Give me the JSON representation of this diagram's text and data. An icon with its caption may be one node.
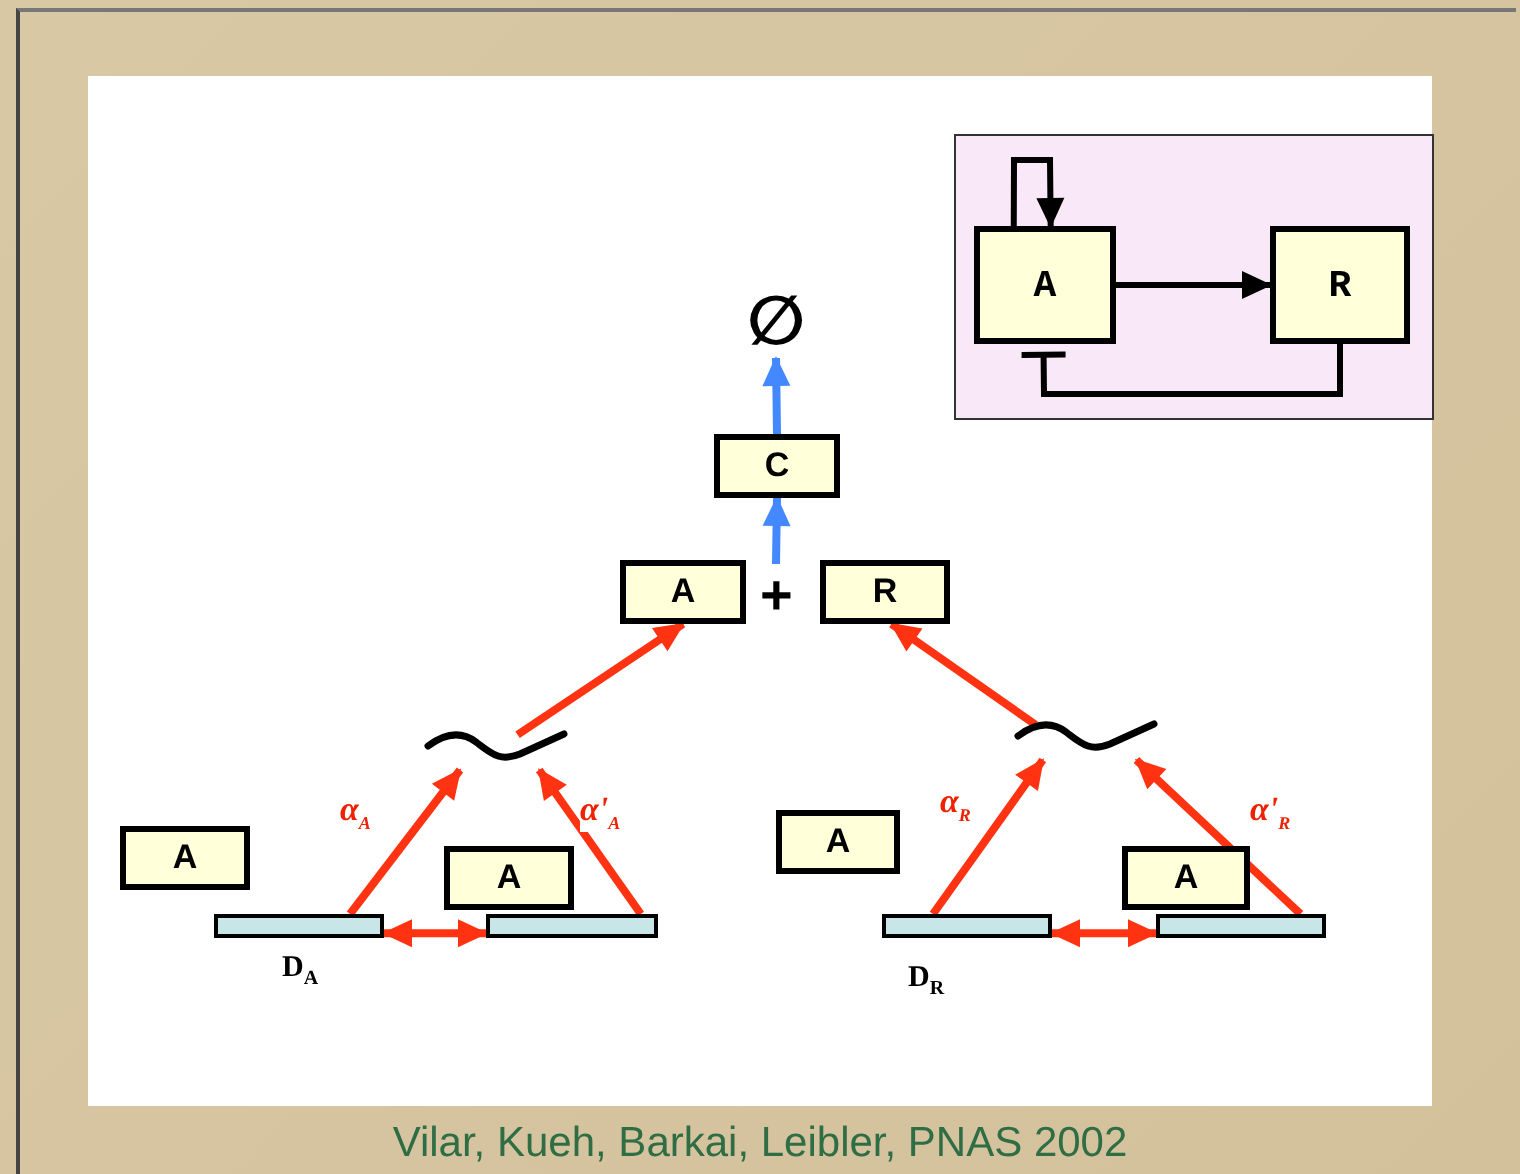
{
  "diagram": {
    "caption": "Vilar, Kueh, Barkai, Leibler, PNAS 2002",
    "nodes": [
      {
        "text": [],
        "shape": "box"
      },
      {
        "text": [
          "A"
        ],
        "in": 0
      },
      {
        "text": [
          "R"
        ],
        "in": 0
      },
      {
        "text": [
          "∅"
        ]
      },
      {
        "text": [
          "C"
        ]
      },
      {
        "text": [
          "A"
        ]
      },
      {
        "text": [
          "R"
        ]
      },
      {
        "text": [],
        "shape": "curve"
      },
      {
        "text": [],
        "shape": "curve"
      },
      {
        "text": [
          "A"
        ]
      },
      {
        "text": [],
        "shape": "bar"
      },
      {
        "text": [
          "A"
        ]
      },
      {
        "text": [],
        "shape": "bar"
      },
      {
        "text": [
          "A"
        ]
      },
      {
        "text": [],
        "shape": "bar"
      },
      {
        "text": [
          "A"
        ]
      },
      {
        "text": [],
        "shape": "bar"
      }
    ],
    "edges": [
      {
        "from": 1,
        "to": 1,
        "arrow": "to",
        "color": "#000000"
      },
      {
        "from": 1,
        "to": 2,
        "arrow": "to",
        "color": "#000000"
      },
      {
        "from": 2,
        "to": 1,
        "arrow": "other",
        "color": "#000000"
      },
      {
        "from": 4,
        "to": 3,
        "arrow": "to",
        "color": "#4488ff"
      },
      {
        "from": null,
        "to": 4,
        "arrow": "to",
        "color": "#4488ff"
      },
      {
        "from": 7,
        "to": 5,
        "arrow": "to"
      },
      {
        "from": 8,
        "to": 6,
        "arrow": "to"
      },
      {
        "from": 10,
        "to": 7,
        "arrow": "to",
        "label": "α$_{A}$"
      },
      {
        "from": 12,
        "to": 7,
        "arrow": "to",
        "label": "α'$_{A}$"
      },
      {
        "from": 10,
        "to": 12,
        "arrow": "both"
      },
      {
        "from": 14,
        "to": 8,
        "arrow": "to",
        "label": "α$_{R}$"
      },
      {
        "from": 16,
        "to": 8,
        "arrow": "to",
        "label": "α'$_{R}$"
      },
      {
        "from": 14,
        "to": 16,
        "arrow": "both"
      }
    ],
    "labels": [
      "+",
      "D$_{A}$",
      "D$_{R}$"
    ]
  }
}
